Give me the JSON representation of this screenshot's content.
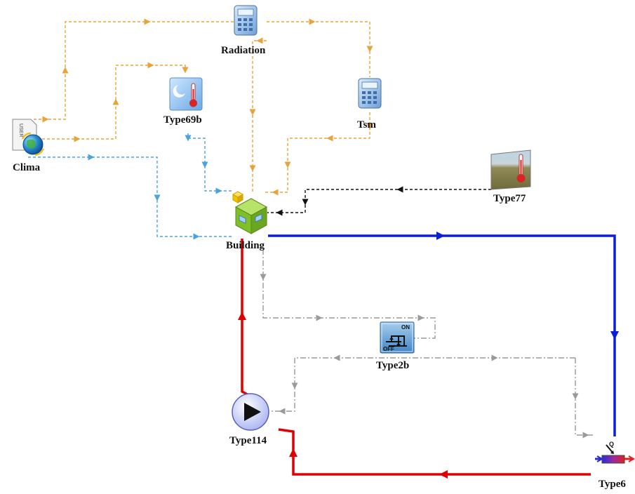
{
  "diagram": {
    "colors": {
      "weather_link": "#e8a33a",
      "info_link": "#4aa3df",
      "control_link": "#9a9a9a",
      "black_link": "#111111",
      "hot_pipe": "#e00000",
      "cold_pipe": "#0b1fd8"
    },
    "nodes": [
      {
        "id": "radiation",
        "label": "Radiation",
        "icon": "calculator-icon"
      },
      {
        "id": "type69b",
        "label": "Type69b",
        "icon": "sky-temperature-icon"
      },
      {
        "id": "tsm",
        "label": "Tsm",
        "icon": "calculator-icon"
      },
      {
        "id": "clima",
        "label": "Clima",
        "icon": "weather-reader-globe-icon",
        "icon_text": "USER"
      },
      {
        "id": "type77",
        "label": "Type77",
        "icon": "ground-temperature-icon"
      },
      {
        "id": "building",
        "label": "Building",
        "icon": "building-cubes-icon"
      },
      {
        "id": "type2b",
        "label": "Type2b",
        "icon": "on-off-controller-icon",
        "icon_on": "ON",
        "icon_off": "OFF"
      },
      {
        "id": "type114",
        "label": "Type114",
        "icon": "pump-icon"
      },
      {
        "id": "type6",
        "label": "Type6",
        "icon": "heater-icon",
        "icon_text": "Q"
      }
    ]
  }
}
